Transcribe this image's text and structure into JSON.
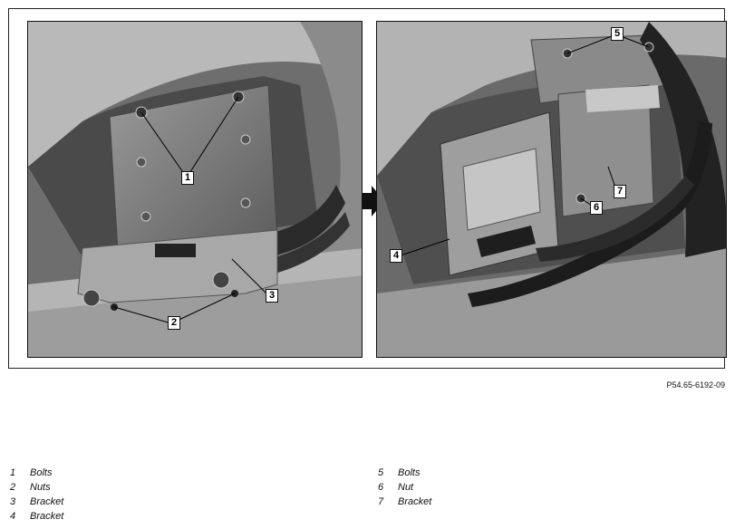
{
  "figure_ref": "P54.65-6192-09",
  "callouts": {
    "c1": "1",
    "c2": "2",
    "c3": "3",
    "c4": "4",
    "c5": "5",
    "c6": "6",
    "c7": "7"
  },
  "legend_left": [
    {
      "num": "1",
      "label": "Bolts"
    },
    {
      "num": "2",
      "label": "Nuts"
    },
    {
      "num": "3",
      "label": "Bracket"
    },
    {
      "num": "4",
      "label": "Bracket"
    }
  ],
  "legend_right": [
    {
      "num": "5",
      "label": "Bolts"
    },
    {
      "num": "6",
      "label": "Nut"
    },
    {
      "num": "7",
      "label": "Bracket"
    }
  ]
}
